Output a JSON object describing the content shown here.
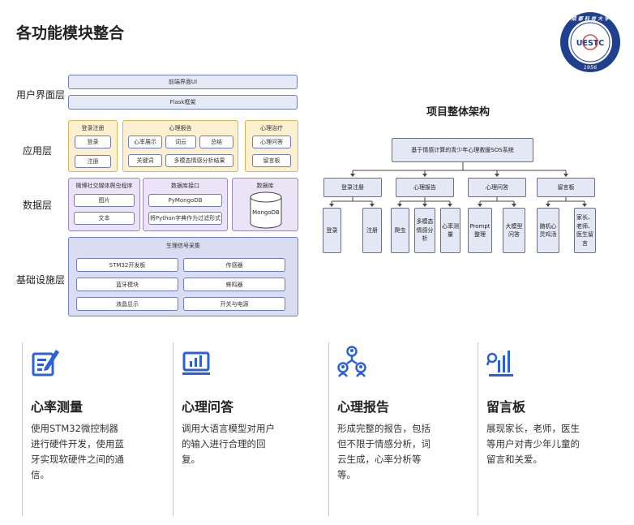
{
  "page": {
    "title": "各功能模块整合"
  },
  "logo": {
    "text_top": "成 都 科 技 大 学",
    "monogram": "UESTC",
    "year": "1956",
    "color": "#1f3f8f"
  },
  "architecture": {
    "layers": [
      "用户界面层",
      "应用层",
      "数据层",
      "基础设施层"
    ],
    "ui": {
      "frontend": "前端界面UI",
      "framework": "Flask框架"
    },
    "app": {
      "login": {
        "title": "登录注册",
        "items": [
          "登录",
          "注册"
        ]
      },
      "report": {
        "title": "心理报告",
        "items": [
          "心率展示",
          "词云",
          "总结",
          "关键词",
          "多模态情感分析结果"
        ]
      },
      "therapy": {
        "title": "心理治疗",
        "items": [
          "心理问答",
          "留言板"
        ]
      }
    },
    "data": {
      "crawler": {
        "title": "微博社交媒体爬虫程序",
        "items": [
          "图片",
          "文本"
        ]
      },
      "db_api": {
        "title": "数据库接口",
        "items": [
          "PyMongoDB",
          "将Python字典作为过滤形式"
        ]
      },
      "db": {
        "title": "数据库",
        "name": "MongoDB"
      }
    },
    "infra": {
      "title": "生理信号采集",
      "items": [
        "STM32开发板",
        "传感器",
        "蓝牙模块",
        "蜂鸣器",
        "液晶显示",
        "开关与电源"
      ]
    }
  },
  "tree": {
    "title": "项目整体架构",
    "root": "基于情感计算的青少年心理救援SOS系统",
    "branches": [
      {
        "label": "登录注册",
        "leaves": [
          "登录",
          "注册"
        ]
      },
      {
        "label": "心理报告",
        "leaves": [
          "爬虫",
          "多模态情感分析",
          "心率测量"
        ]
      },
      {
        "label": "心理问答",
        "leaves": [
          "Prompt整理",
          "大模型问答"
        ]
      },
      {
        "label": "留言板",
        "leaves": [
          "随机心灵鸡汤",
          "家长、老师、医生留言"
        ]
      }
    ]
  },
  "features": [
    {
      "icon": "edit-document-icon",
      "title": "心率测量",
      "desc": "使用STM32微控制器进行硬件开发，使用蓝牙实现软硬件之间的通信。"
    },
    {
      "icon": "bar-chart-monitor-icon",
      "title": "心理问答",
      "desc": "调用大语言模型对用户的输入进行合理的回复。"
    },
    {
      "icon": "user-network-icon",
      "title": "心理报告",
      "desc": "形成完整的报告，包括但不限于情感分析，词云生成，心率分析等等。"
    },
    {
      "icon": "chart-growth-icon",
      "title": "留言板",
      "desc": "展现家长，老师，医生等用户对青少年儿童的留言和关爱。"
    }
  ],
  "colors": {
    "icon_blue": "#2c5fdb",
    "ui_bar": "#e6eaf7",
    "app_panel": "#fbf0cf",
    "data_panel": "#ebe4f6",
    "infra_panel": "#d9ddf2"
  }
}
